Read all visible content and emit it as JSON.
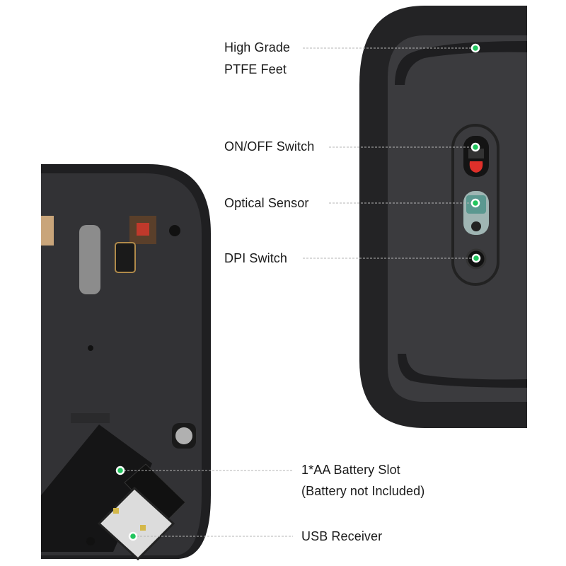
{
  "callouts": {
    "ptfe_feet": {
      "line1": "High Grade",
      "line2": "PTFE Feet"
    },
    "on_off_switch": "ON/OFF Switch",
    "optical_sensor": "Optical Sensor",
    "dpi_switch": "DPI Switch",
    "battery_slot": {
      "line1": "1*AA Battery Slot",
      "line2": "(Battery not Included)"
    },
    "usb_receiver": "USB Receiver"
  },
  "colors": {
    "marker": "#22c55e",
    "mouse_body": "#2b2b2d",
    "mouse_panel": "#3d3d40",
    "switch_red": "#e0302a"
  }
}
